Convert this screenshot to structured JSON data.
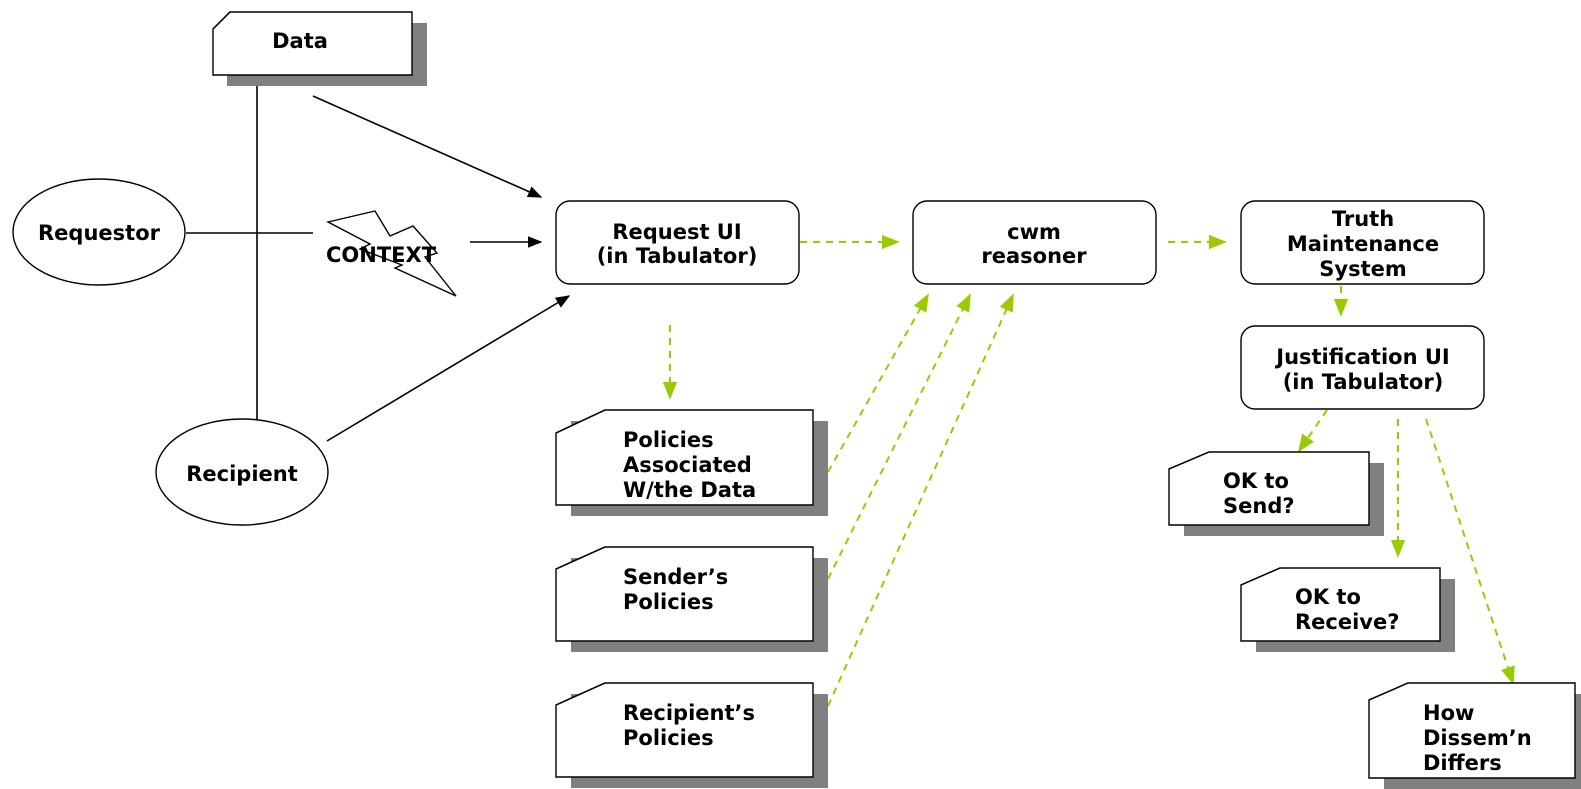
{
  "colors": {
    "flow_dashed": "#99cc00",
    "edge_solid": "#000000",
    "shadow": "#808080",
    "box_fill": "#ffffff"
  },
  "actors": {
    "requestor": "Requestor",
    "recipient": "Recipient"
  },
  "data_doc": "Data",
  "context_label": "CONTEXT",
  "request_ui": [
    "Request UI",
    "(in Tabulator)"
  ],
  "reasoner": [
    "cwm",
    "reasoner"
  ],
  "tms": [
    "Truth",
    "Maintenance",
    "System"
  ],
  "justification_ui": [
    "Justification UI",
    "(in Tabulator)"
  ],
  "policy_docs": {
    "data_policies": [
      "Policies",
      "Associated",
      "W/the Data"
    ],
    "sender_policies": [
      "Sender’s",
      "Policies"
    ],
    "recipient_policies": [
      "Recipient’s",
      "Policies"
    ]
  },
  "outputs": {
    "ok_send": [
      "OK to",
      "Send?"
    ],
    "ok_receive": [
      "OK to",
      "Receive?"
    ],
    "dissem": [
      "How",
      "Dissem’n",
      "Differs"
    ]
  }
}
